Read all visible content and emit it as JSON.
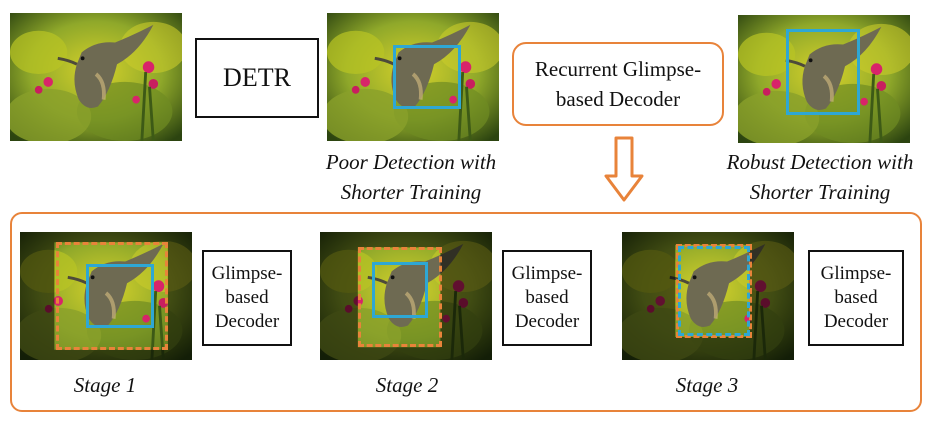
{
  "top": {
    "detr_label": "DETR",
    "recurrent_label": "Recurrent Glimpse-based Decoder",
    "poor_caption": "Poor Detection with Shorter Training",
    "robust_caption": "Robust Detection with Shorter Training"
  },
  "stages": [
    {
      "label": "Stage 1",
      "decoder_label": "Glimpse-based Decoder"
    },
    {
      "label": "Stage 2",
      "decoder_label": "Glimpse-based Decoder"
    },
    {
      "label": "Stage 3",
      "decoder_label": "Glimpse-based Decoder"
    }
  ],
  "colors": {
    "box_blue": "#2ea7d4",
    "box_orange": "#e8833a",
    "panel_border": "#e8833a"
  }
}
